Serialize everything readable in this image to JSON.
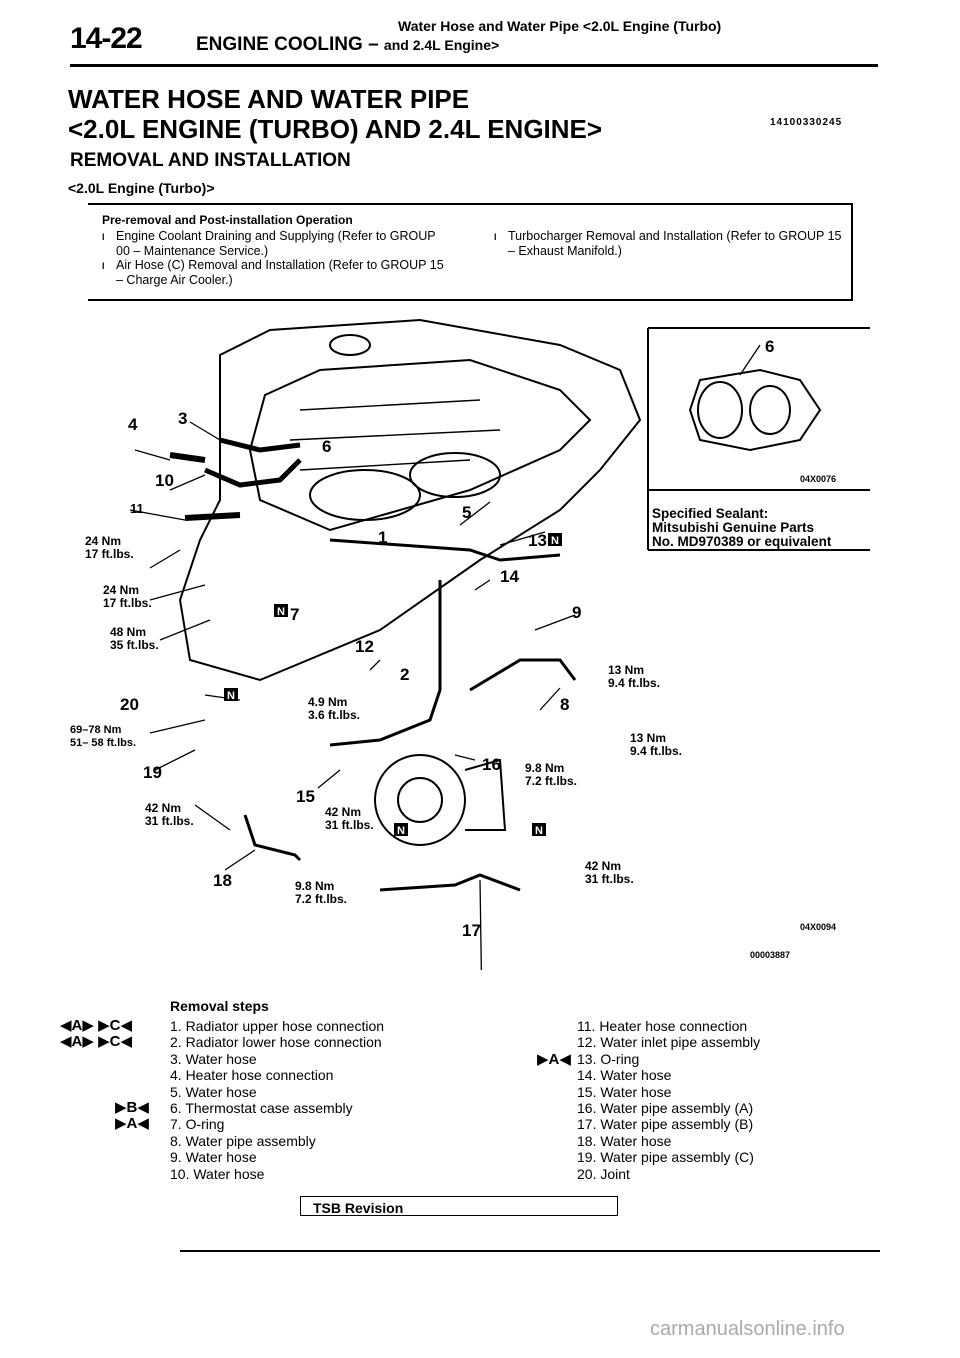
{
  "header": {
    "page_number": "14-22",
    "line1": "Water Hose and Water Pipe <2.0L Engine (Turbo)",
    "line2_main": "ENGINE COOLING –",
    "line2_sub": "and 2.4L Engine>"
  },
  "title": {
    "line1": "WATER HOSE AND WATER PIPE",
    "line2": "<2.0L ENGINE (TURBO) AND 2.4L ENGINE>",
    "code": "14100330245"
  },
  "section": {
    "heading": "REMOVAL AND INSTALLATION",
    "subheading": "<2.0L Engine (Turbo)>"
  },
  "operation_box": {
    "title": "Pre-removal and Post-installation Operation",
    "left_items": [
      "Engine Coolant Draining and Supplying (Refer to GROUP 00 – Maintenance Service.)",
      "Air Hose (C) Removal and Installation (Refer to GROUP 15 – Charge Air Cooler.)"
    ],
    "right_items": [
      "Turbocharger Removal and Installation (Refer to GROUP 15 – Exhaust Manifold.)"
    ],
    "bullet": "l"
  },
  "diagram": {
    "part_labels": [
      "1",
      "2",
      "3",
      "4",
      "5",
      "6",
      "7",
      "8",
      "9",
      "10",
      "11",
      "12",
      "13",
      "14",
      "15",
      "16",
      "17",
      "18",
      "19",
      "20"
    ],
    "torque_labels": [
      {
        "nm": "24 Nm",
        "ft": "17 ft.lbs."
      },
      {
        "nm": "24 Nm",
        "ft": "17 ft.lbs."
      },
      {
        "nm": "48 Nm",
        "ft": "35 ft.lbs."
      },
      {
        "nm": "69–78 Nm",
        "ft": "51– 58 ft.lbs."
      },
      {
        "nm": "4.9 Nm",
        "ft": "3.6 ft.lbs."
      },
      {
        "nm": "13 Nm",
        "ft": "9.4 ft.lbs."
      },
      {
        "nm": "13 Nm",
        "ft": "9.4 ft.lbs."
      },
      {
        "nm": "9.8 Nm",
        "ft": "7.2 ft.lbs."
      },
      {
        "nm": "42 Nm",
        "ft": "31 ft.lbs."
      },
      {
        "nm": "42 Nm",
        "ft": "31 ft.lbs."
      },
      {
        "nm": "42 Nm",
        "ft": "31 ft.lbs."
      },
      {
        "nm": "9.8 Nm",
        "ft": "7.2 ft.lbs."
      }
    ],
    "n_marker": "N",
    "inset_part": "6",
    "inset_code": "04X0076",
    "sealant_lines": [
      "Specified Sealant:",
      "Mitsubishi Genuine Parts",
      "No. MD970389 or equivalent"
    ],
    "figure_code": "04X0094",
    "figure_number": "00003887"
  },
  "removal_steps": {
    "title": "Removal steps",
    "left": [
      "1. Radiator upper hose connection",
      "2. Radiator lower hose connection",
      "3. Water hose",
      "4. Heater hose connection",
      "5. Water hose",
      "6. Thermostat case assembly",
      "7. O-ring",
      "8. Water pipe assembly",
      "9. Water hose",
      "10. Water hose"
    ],
    "right": [
      "11. Heater hose connection",
      "12. Water inlet pipe assembly",
      "13. O-ring",
      "14. Water hose",
      "15. Water hose",
      "16. Water pipe assembly (A)",
      "17. Water pipe assembly (B)",
      "18. Water hose",
      "19. Water pipe assembly (C)",
      "20. Joint"
    ],
    "markers": {
      "m1": "A",
      "m2": "C",
      "m6": "B",
      "m7": "A",
      "m13": "A"
    }
  },
  "footer": {
    "tsb": "TSB Revision",
    "watermark": "carmanualsonline.info"
  }
}
